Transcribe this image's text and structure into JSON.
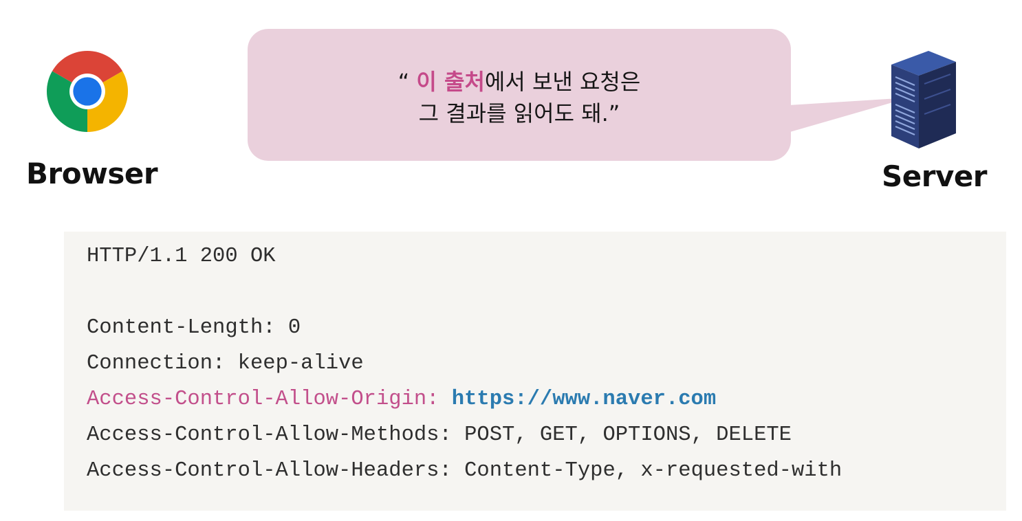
{
  "browser": {
    "label": "Browser",
    "icon": "chrome-logo-icon"
  },
  "server": {
    "label": "Server",
    "icon": "server-tower-icon"
  },
  "speech_bubble": {
    "open_quote": "“ ",
    "emphasis": "이 출처",
    "line1_rest": "에서 보낸 요청은",
    "line2": "그 결과를 읽어도 돼.”",
    "background_color": "#ead0dc",
    "emphasis_color": "#c54a8a"
  },
  "response": {
    "status_line": "HTTP/1.1 200 OK",
    "headers": [
      {
        "name": "Content-Length:",
        "value": "0"
      },
      {
        "name": "Connection:",
        "value": "keep-alive"
      },
      {
        "name": "Access-Control-Allow-Origin:",
        "value": "https://www.naver.com"
      },
      {
        "name": "Access-Control-Allow-Methods:",
        "value": "POST, GET, OPTIONS, DELETE"
      },
      {
        "name": "Access-Control-Allow-Headers:",
        "value": "Content-Type, x-requested-with"
      }
    ],
    "highlight_name_color": "#c24f8b",
    "highlight_value_color": "#2b7bb0"
  }
}
